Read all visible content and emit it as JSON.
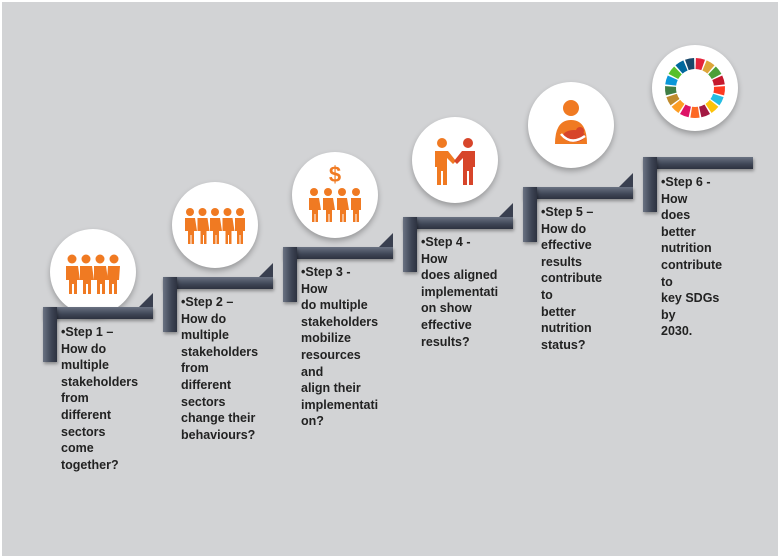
{
  "steps": [
    {
      "label": "•Step 1 –\nHow do\nmultiple\nstakeholders\nfrom\ndifferent\nsectors come\ntogether?",
      "icon": "four-people-icon"
    },
    {
      "label": "•Step 2 –\nHow do\nmultiple\nstakeholders\nfrom\ndifferent\nsectors\nchange their\nbehaviours?",
      "icon": "five-people-icon"
    },
    {
      "label": "•Step 3 - How\ndo multiple\nstakeholders\nmobilize\nresources and\nalign their\nimplementati\non?",
      "icon": "people-dollar-icon"
    },
    {
      "label": "•Step 4 - How\ndoes aligned\nimplementati\non show\neffective\nresults?",
      "icon": "handshake-icon"
    },
    {
      "label": "•Step 5 –\nHow do\neffective\nresults\ncontribute to\nbetter\nnutrition\nstatus?",
      "icon": "mother-child-icon"
    },
    {
      "label": "•Step 6 - How\ndoes better\nnutrition\ncontribute to\nkey SDGs by\n2030.",
      "icon": "sdg-wheel-icon"
    }
  ],
  "colors": {
    "background": "#d2d3d5",
    "accent_orange": "#f07a22",
    "accent_red": "#d7452a",
    "bracket": "#3e4555",
    "sdg_wheel": [
      "#e5243b",
      "#dda63a",
      "#4c9f38",
      "#c5192d",
      "#ff3a21",
      "#26bde2",
      "#fcc30b",
      "#a21942",
      "#fd6925",
      "#dd1367",
      "#fd9d24",
      "#bf8b2e",
      "#3f7e44",
      "#0a97d9",
      "#56c02b",
      "#00689d",
      "#19486a"
    ]
  }
}
